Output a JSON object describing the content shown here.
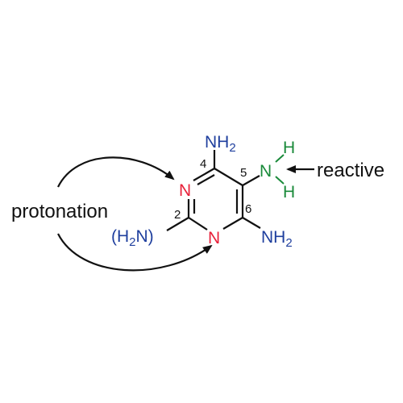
{
  "labels": {
    "left": "protonation",
    "right": "reactive"
  },
  "atoms": {
    "n_ring_top": "N",
    "n_ring_bottom": "N",
    "nh2_main": "NH",
    "nh2_sub": "2",
    "amine_top": "NH",
    "amine_top_sub": "2",
    "amine_right": "NH",
    "amine_right_sub": "2",
    "amine_left_open": "(H",
    "amine_left_sub": "2",
    "amine_left_close": "N)",
    "reactive_n": "N",
    "reactive_h_top": "H",
    "reactive_h_bottom": "H"
  },
  "positions": {
    "c2": "2",
    "c4": "4",
    "c5": "5",
    "c6": "6"
  },
  "colors": {
    "ring_n": "#e8213a",
    "amine": "#1f3f9e",
    "reactive": "#1a8a3a",
    "line": "#111111",
    "text": "#111111"
  }
}
